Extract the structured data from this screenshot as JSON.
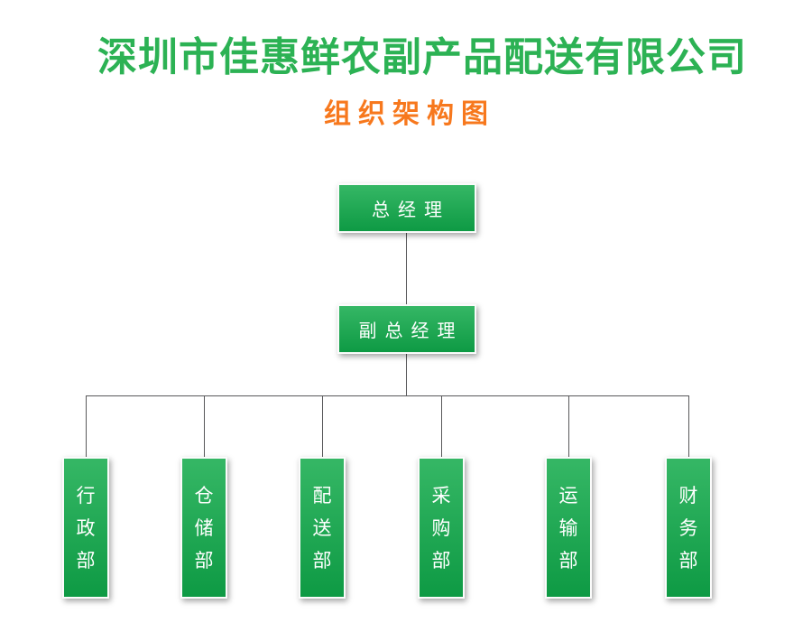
{
  "page": {
    "title": "深圳市佳惠鲜农副产品配送有限公司",
    "subtitle": "组织架构图"
  },
  "colors": {
    "title_green": "#2CB254",
    "subtitle_orange": "#F7781D",
    "box_green_top": "#35B765",
    "box_green_bottom": "#0E9A44",
    "box_text": "#FFFFFF",
    "connector_gray": "#58585A",
    "background": "#FFFFFF"
  },
  "org": {
    "root": {
      "label": "总经理"
    },
    "deputy": {
      "label": "副总经理"
    },
    "departments": [
      {
        "label": "行政部"
      },
      {
        "label": "仓储部"
      },
      {
        "label": "配送部"
      },
      {
        "label": "采购部"
      },
      {
        "label": "运输部"
      },
      {
        "label": "财务部"
      }
    ]
  }
}
